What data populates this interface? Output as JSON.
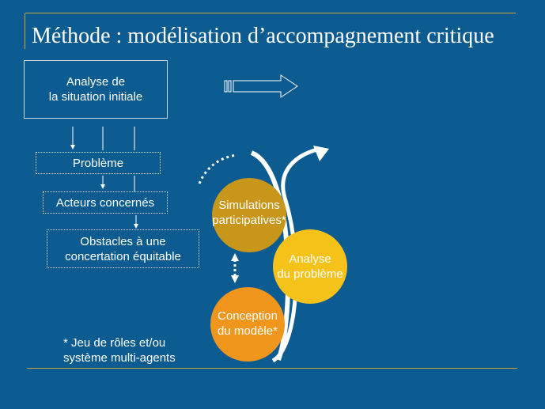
{
  "title": "Méthode : modélisation d’accompagnement critique",
  "steps": {
    "situation": [
      "Analyse de",
      "la situation initiale"
    ],
    "probleme": "Problème",
    "acteurs": "Acteurs concernés",
    "obstacles": [
      "Obstacles à une",
      "concertation équitable"
    ]
  },
  "cycle": {
    "simulations": [
      "Simulations",
      "participatives*"
    ],
    "analyse": [
      "Analyse",
      "du problème"
    ],
    "conception": [
      "Conception",
      "du modèle*"
    ]
  },
  "footnote": [
    "* Jeu de rôles et/ou",
    "système multi-agents"
  ],
  "colors": {
    "background": "#0d5c91",
    "rule": "#c9a636",
    "simulations": "#c8961a",
    "analyse": "#f5c21a",
    "conception": "#f0961c"
  }
}
